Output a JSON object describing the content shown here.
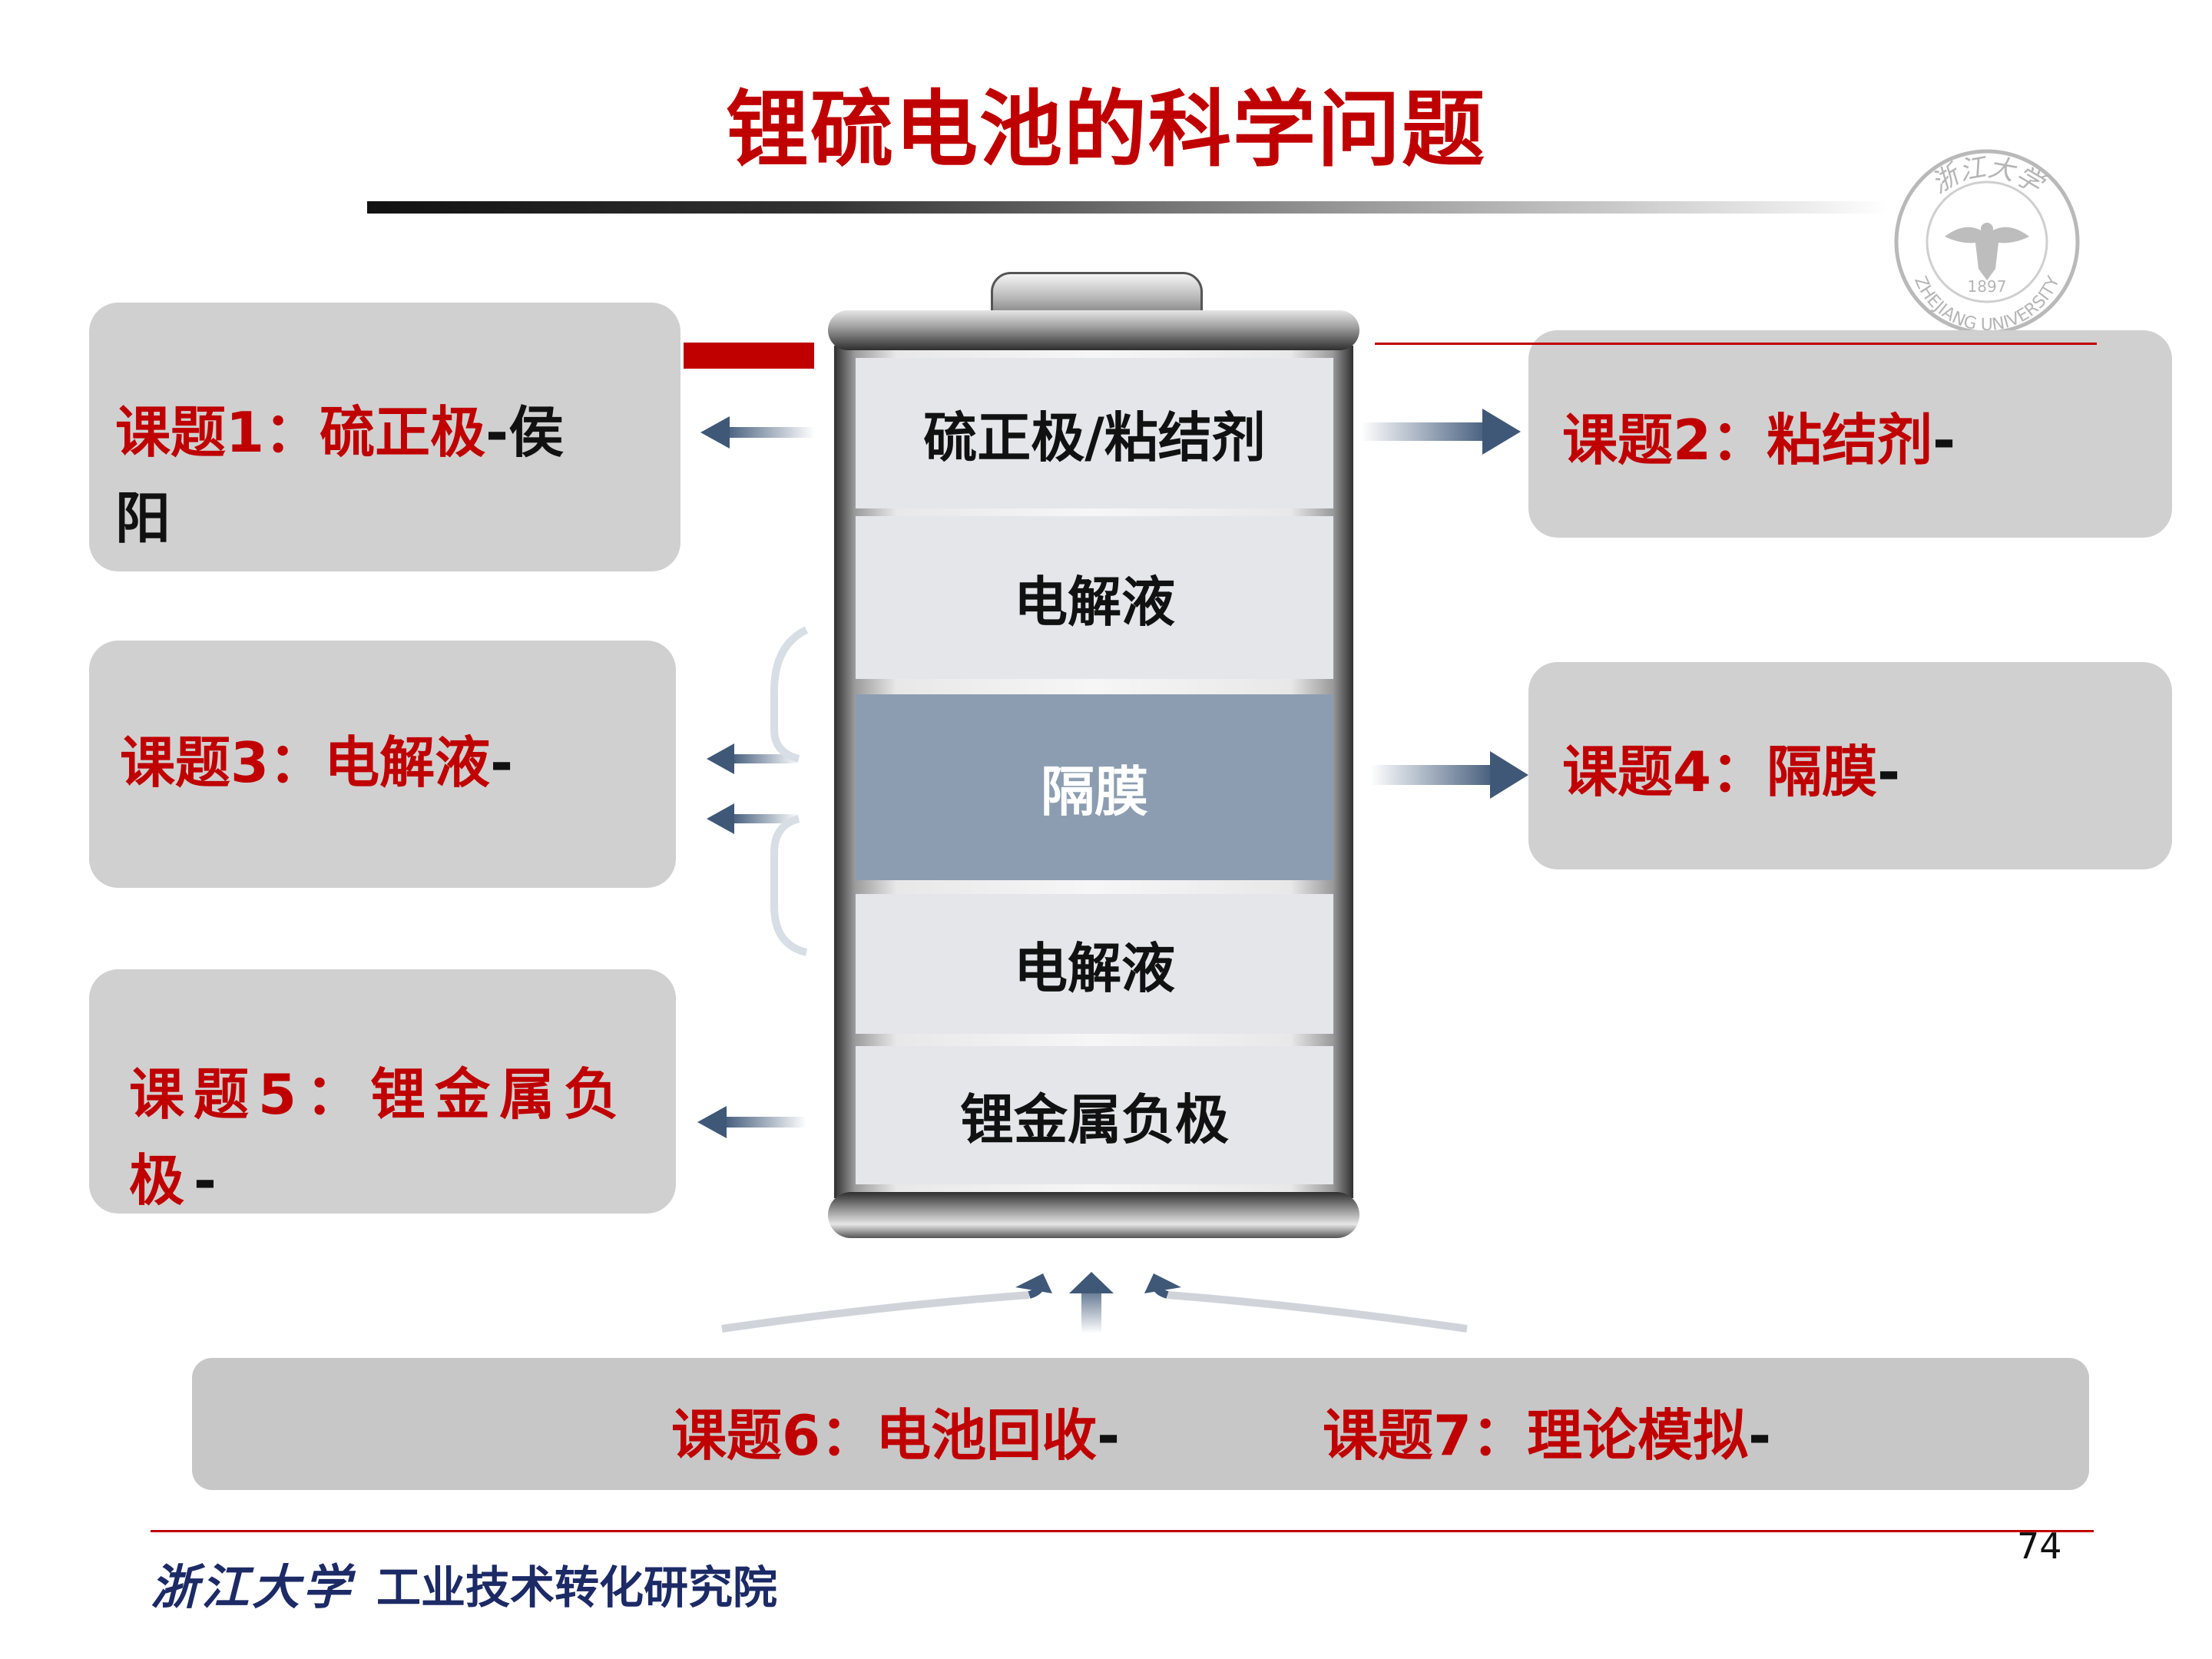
{
  "title": "锂硫电池的科学问题",
  "logo": {
    "top": "浙江大学",
    "year": "1897",
    "bottom": "ZHEJIANG UNIVERSITY"
  },
  "battery_layers": [
    "硫正极/粘结剂",
    "电解液",
    "隔膜",
    "电解液",
    "锂金属负极"
  ],
  "topics": {
    "t1": {
      "label": "课题1：硫正极",
      "suffix": "-侯\n阳"
    },
    "t2": {
      "label": "课题2：粘结剂",
      "suffix": "-"
    },
    "t3": {
      "label": "课题3：电解液",
      "suffix": "-"
    },
    "t4": {
      "label": "课题4：隔膜",
      "suffix": "-"
    },
    "t5": {
      "label": "课题5：锂金属负\n极",
      "suffix": "-"
    },
    "t6": {
      "label": "课题6：电池回收",
      "suffix": "-"
    },
    "t7": {
      "label": "课题7：理论模拟",
      "suffix": "-"
    }
  },
  "footer": {
    "logo_text": "浙江大学",
    "institute": "工业技术转化研究院",
    "page_number": "74"
  },
  "colors": {
    "accent_red": "#c00000",
    "separator_blue": "#8c9db1",
    "arrow_blue": "#3f5878",
    "box_gray": "#d0d0d0"
  }
}
